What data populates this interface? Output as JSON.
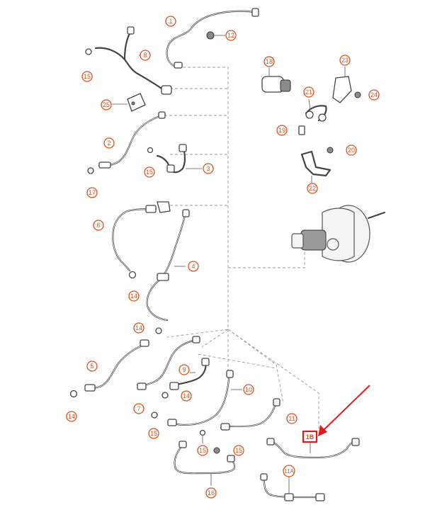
{
  "callouts": {
    "c1": "1",
    "c12": "12",
    "c8": "8",
    "c15a": "15",
    "c25": "25",
    "c2": "2",
    "c15b": "15",
    "c3": "3",
    "c17": "17",
    "c18": "18",
    "c23": "23",
    "c21": "21",
    "c24": "24",
    "c19": "19",
    "c20": "20",
    "c22": "22",
    "c6": "6",
    "c4": "4",
    "c14a": "14",
    "c14b": "14",
    "c5": "5",
    "c9": "9",
    "c14c": "14",
    "c14d": "14",
    "c7": "7",
    "c10": "10",
    "c15c": "15",
    "c11": "11",
    "c15d": "15",
    "c15e": "15",
    "c16": "16",
    "c11a": "11A"
  },
  "highlighted_callout": "1B",
  "colors": {
    "callout": "#d9531e",
    "highlight": "#e31b1b",
    "line": "#444444"
  }
}
